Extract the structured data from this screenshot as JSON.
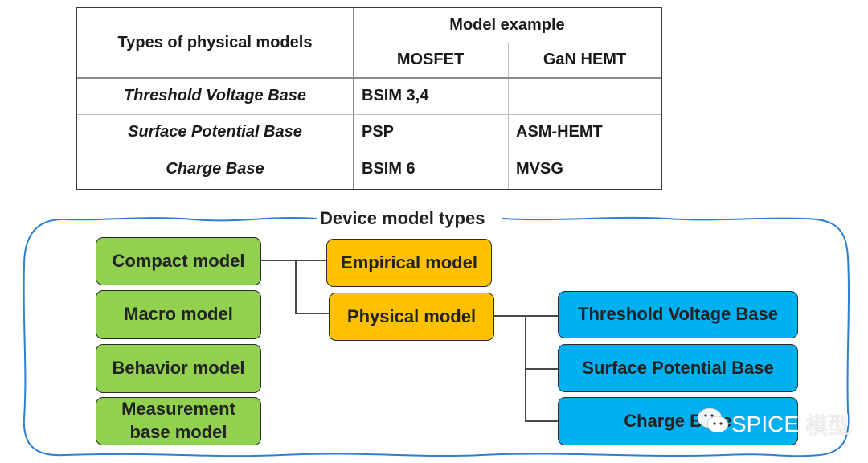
{
  "table": {
    "header_left": "Types of physical models",
    "header_group": "Model example",
    "columns": [
      "MOSFET",
      "GaN HEMT"
    ],
    "rows": [
      {
        "type": "Threshold Voltage Base",
        "mosfet": "BSIM 3,4",
        "gan_hemt": ""
      },
      {
        "type": "Surface Potential Base",
        "mosfet": "PSP",
        "gan_hemt": "ASM-HEMT"
      },
      {
        "type": "Charge Base",
        "mosfet": "BSIM 6",
        "gan_hemt": "MVSG"
      }
    ]
  },
  "diagram": {
    "title": "Device model types",
    "left_column": [
      "Compact model",
      "Macro model",
      "Behavior model",
      "Measurement base model"
    ],
    "left_column_lines": {
      "measurement_line1": "Measurement",
      "measurement_line2": "base model"
    },
    "middle_column": [
      "Empirical model",
      "Physical model"
    ],
    "right_column": [
      "Threshold Voltage Base",
      "Surface Potential Base",
      "Charge Base"
    ],
    "colors": {
      "green": "#92d050",
      "orange": "#ffc000",
      "blue": "#00b0f0",
      "frame": "#2e7fd0"
    }
  },
  "watermark": {
    "icon": "wechat-icon",
    "text": "SPICE",
    "text_cn": "模型"
  }
}
